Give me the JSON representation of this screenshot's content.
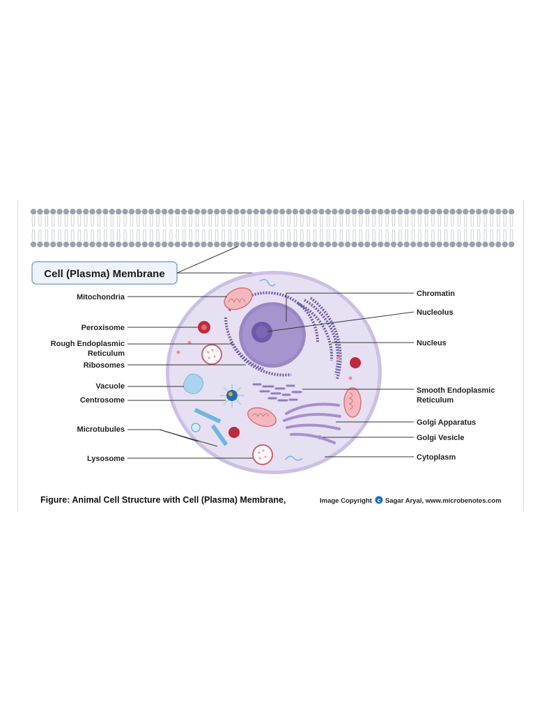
{
  "diagram": {
    "title_box": "Cell (Plasma) Membrane",
    "labels_left": {
      "mitochondria": "Mitochondria",
      "peroxisome": "Peroxisome",
      "rough_er_line1": "Rough Endoplasmic",
      "rough_er_line2": "Reticulum",
      "ribosomes": "Ribosomes",
      "vacuole": "Vacuole",
      "centrosome": "Centrosome",
      "microtubules": "Microtubules",
      "lysosome": "Lysosome"
    },
    "labels_right": {
      "chromatin": "Chromatin",
      "nucleolus": "Nucleolus",
      "nucleus": "Nucleus",
      "smooth_er_line1": "Smooth Endoplasmic",
      "smooth_er_line2": "Reticulum",
      "golgi_apparatus": "Golgi Apparatus",
      "golgi_vesicle": "Golgi Vesicle",
      "cytoplasm": "Cytoplasm"
    },
    "caption": {
      "main": "Figure: Animal Cell Structure with Cell (Plasma) Membrane,",
      "copyright_prefix": "Image Copyright",
      "copyright_symbol": "c",
      "copyright_suffix": "Sagar Aryal, www.microbenotes.com"
    },
    "colors": {
      "membrane_head": "#9aa3ad",
      "membrane_tail": "#c9ced4",
      "cell_fill": "#e4ddf1",
      "cell_border": "#b3a4d4",
      "nucleus": "#9a87c6",
      "nucleolus": "#6e58a8",
      "rough_er": "#6b5aa0",
      "mitochondria": "#e58b92",
      "peroxisome": "#c0283c",
      "golgi": "#a78fce",
      "vacuole": "#a9d3ee",
      "microtubule": "#6fb6e0",
      "accent_blue": "#1f6fb0"
    }
  }
}
